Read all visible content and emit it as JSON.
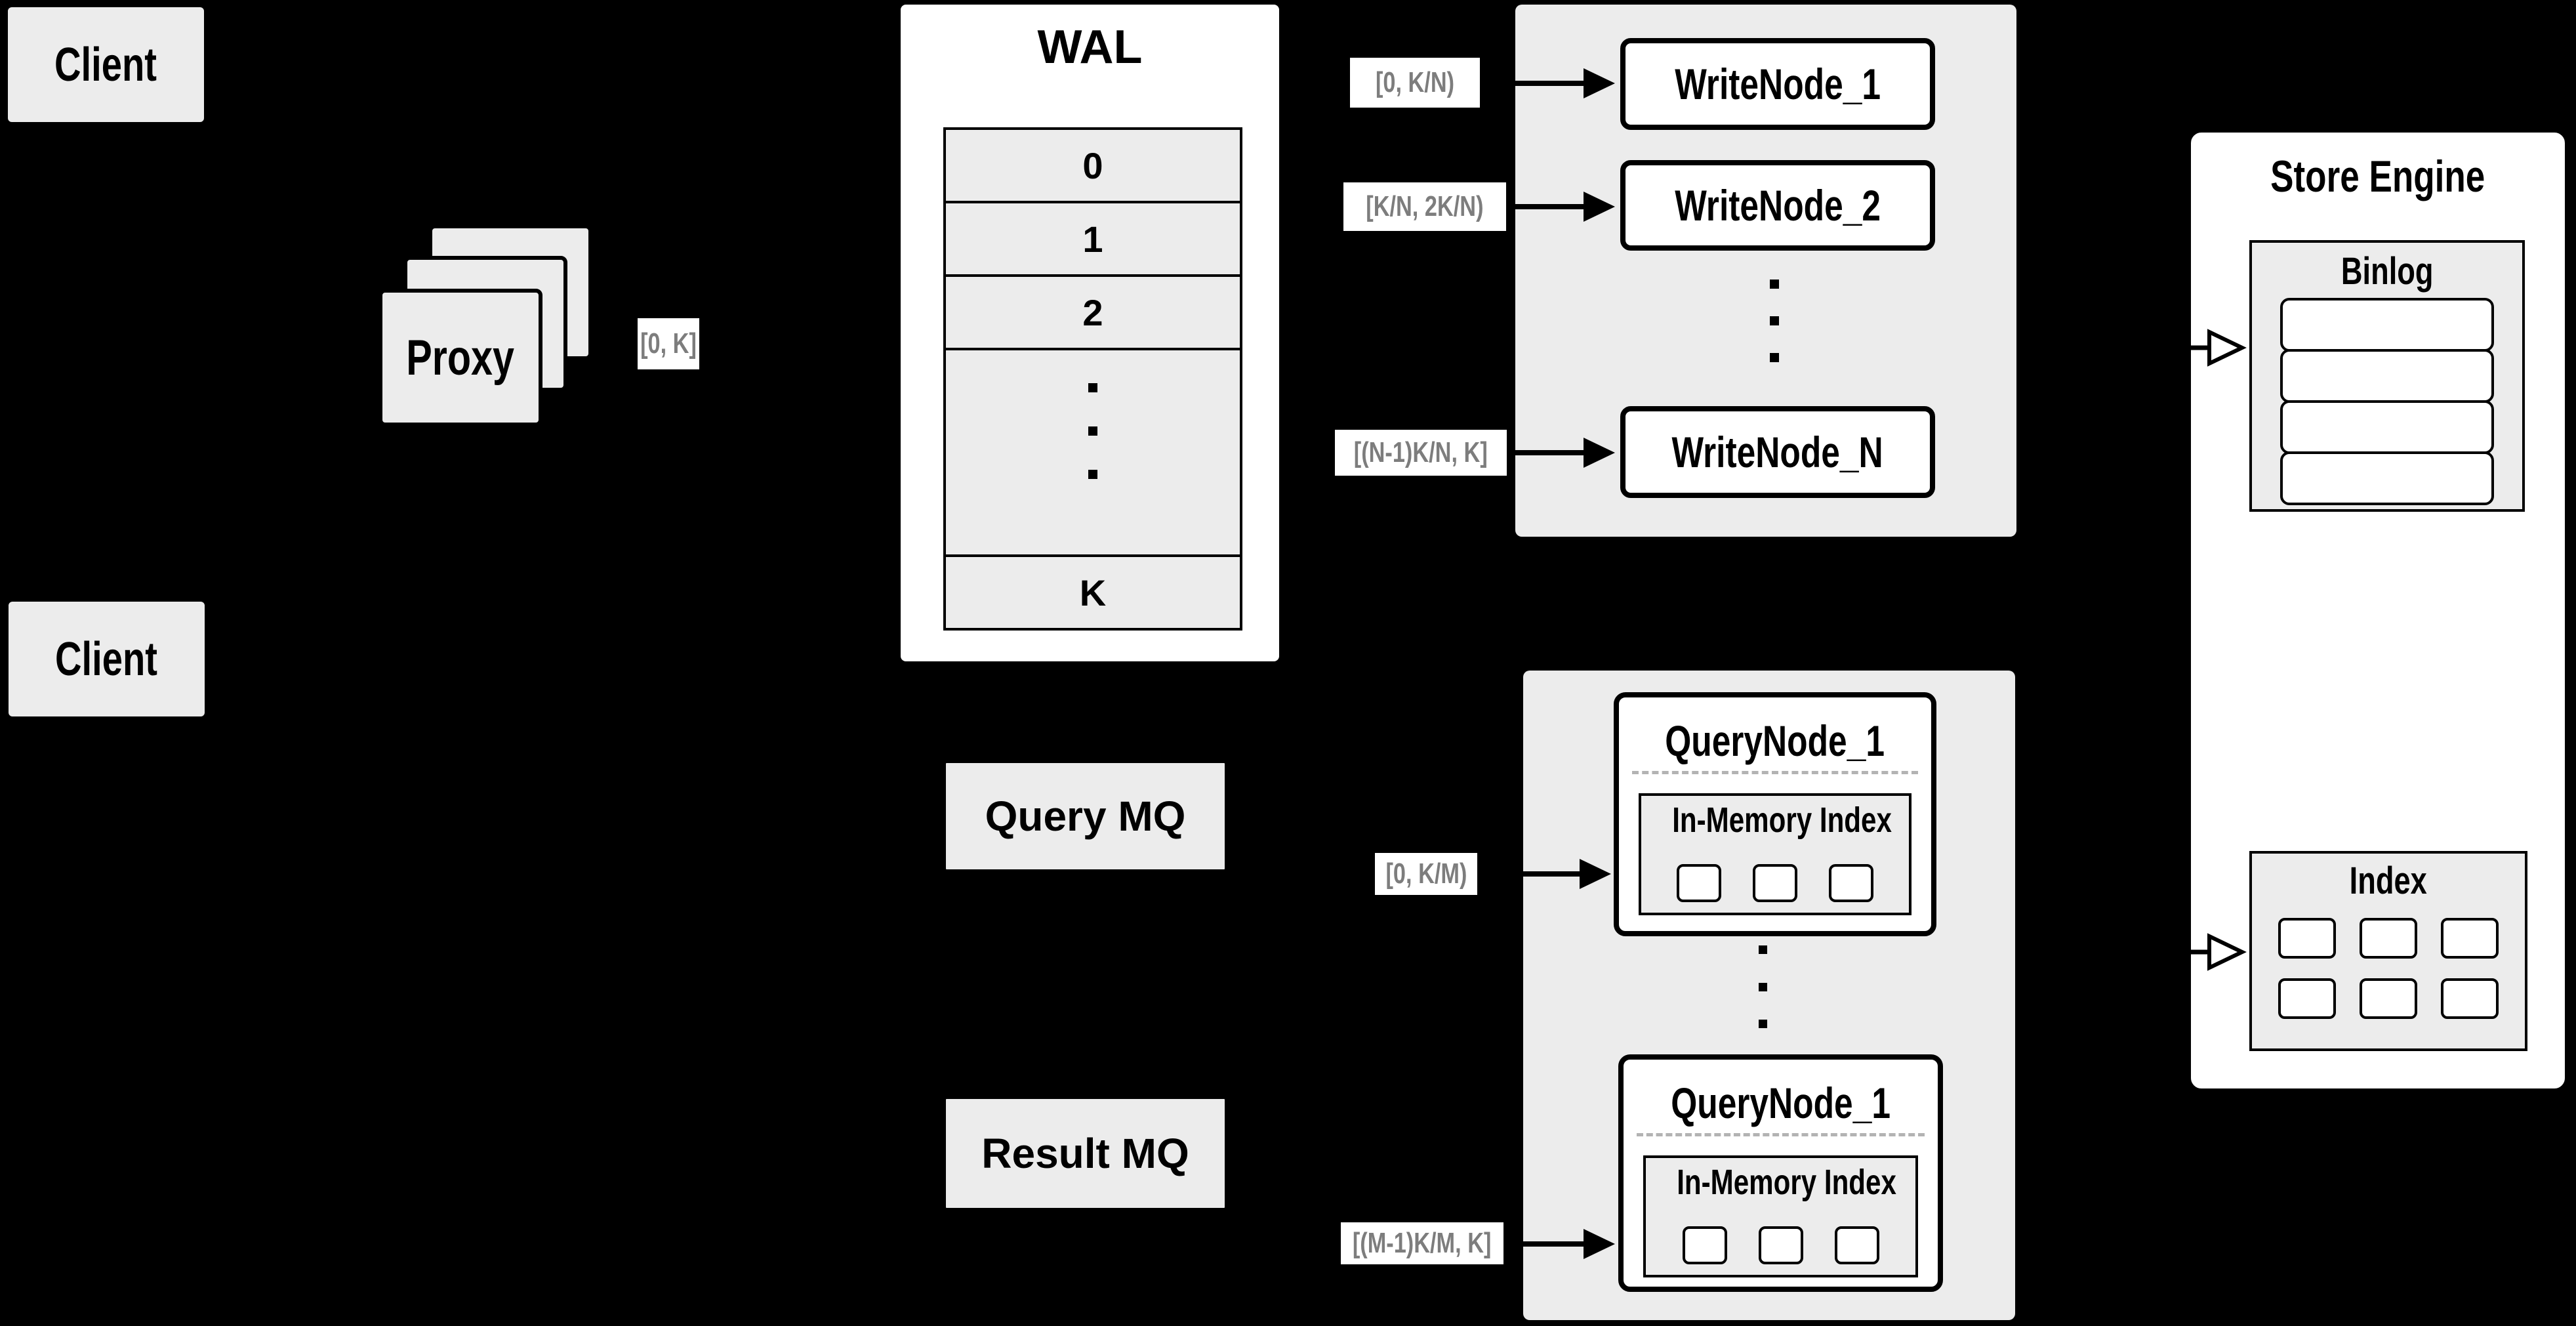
{
  "colors": {
    "background": "#000000",
    "panel_gray": "#ececec",
    "box_white": "#ffffff",
    "stroke": "#000000",
    "range_label_text": "#7d7d7d",
    "dashed_separator": "#b3b3b3"
  },
  "clients": {
    "top": "Client",
    "bottom": "Client"
  },
  "proxy": {
    "label": "Proxy",
    "range": "[0, K]"
  },
  "wal": {
    "title": "WAL",
    "rows": [
      "0",
      "1",
      "2",
      "K"
    ]
  },
  "write": {
    "ranges": [
      "[0, K/N)",
      "[K/N, 2K/N)",
      "[(N-1)K/N, K]"
    ],
    "nodes": [
      "WriteNode_1",
      "WriteNode_2",
      "WriteNode_N"
    ]
  },
  "mq": {
    "query": "Query MQ",
    "result": "Result MQ"
  },
  "query": {
    "ranges": [
      "[0, K/M)",
      "[(M-1)K/M, K]"
    ],
    "nodes": [
      {
        "title": "QueryNode_1",
        "panel": "In-Memory Index"
      },
      {
        "title": "QueryNode_1",
        "panel": "In-Memory Index"
      }
    ]
  },
  "store": {
    "title": "Store Engine",
    "binlog": "Binlog",
    "index": "Index"
  }
}
